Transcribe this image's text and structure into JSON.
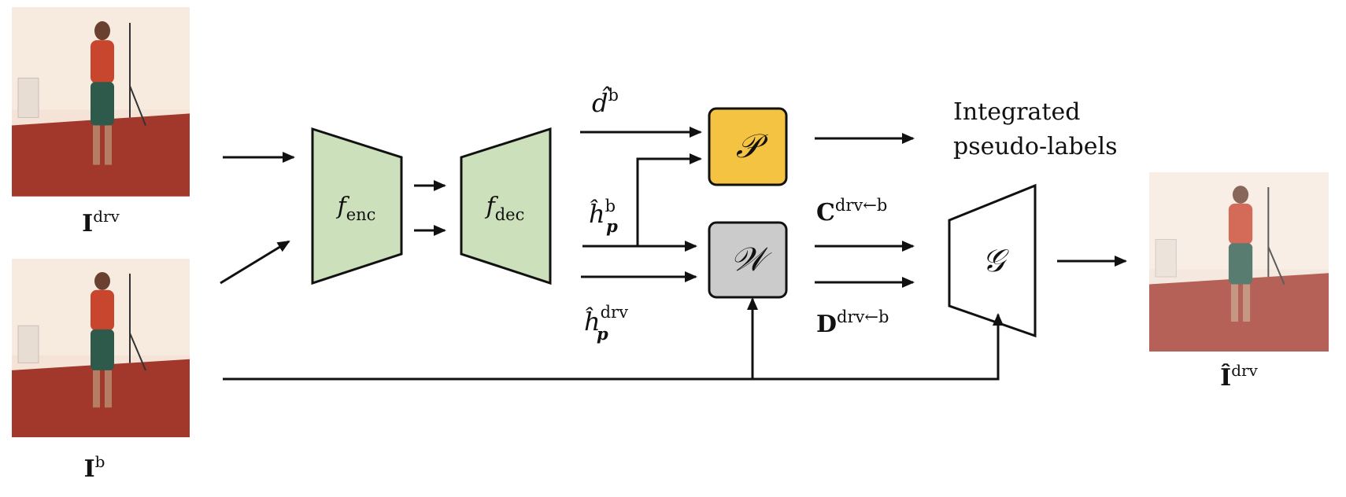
{
  "inputs": {
    "driving": {
      "symbol": "I",
      "sup": "drv"
    },
    "base": {
      "symbol": "I",
      "sup": "b"
    }
  },
  "output": {
    "symbol": "Î",
    "sup": "drv"
  },
  "encoder": {
    "symbol": "f",
    "sub": "enc"
  },
  "decoder": {
    "symbol": "f",
    "sub": "dec"
  },
  "signals": {
    "d_b": {
      "symbol": "d̂",
      "sup": "b"
    },
    "h_b": {
      "symbol": "ĥ",
      "sub": "p",
      "sup": "b"
    },
    "h_drv": {
      "symbol": "ĥ",
      "sub": "p",
      "sup": "drv"
    },
    "c": {
      "symbol": "C",
      "sup": "drv←b"
    },
    "d": {
      "symbol": "D",
      "sup": "drv←b"
    }
  },
  "modules": {
    "pseudo_label": {
      "symbol": "𝒫",
      "color": "#F4C342"
    },
    "warp": {
      "symbol": "𝒲",
      "color": "#CBCBCB"
    },
    "generator": {
      "symbol": "𝒢"
    }
  },
  "pseudo_labels_text": {
    "line1": "Integrated",
    "line2": "pseudo-labels"
  },
  "colors": {
    "network": "#CCE0BB",
    "stroke": "#111111"
  }
}
